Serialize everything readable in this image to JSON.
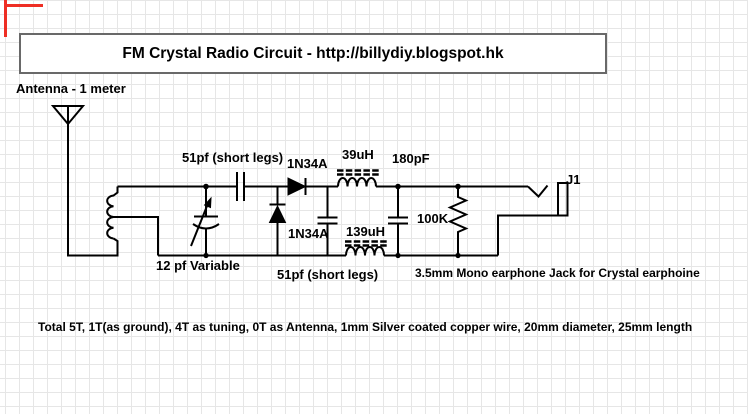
{
  "title": "FM Crystal Radio Circuit - http://billydiy.blogspot.hk",
  "antenna": {
    "label": "Antenna - 1 meter"
  },
  "components": {
    "series_cap_label": "51pf (short legs)",
    "series_diode_label": "1N34A",
    "top_inductor_label": "39uH",
    "output_cap_label": "180pF",
    "jack_ref": "J1",
    "shunt_diode_label": "1N34A",
    "bottom_inductor_label": "139uH",
    "resistor_label": "100K",
    "variable_cap_label": "12 pf Variable",
    "shunt_cap_label": "51pf (short legs)",
    "jack_note": "3.5mm Mono earphone Jack for Crystal earphoine"
  },
  "coil_note": "Total 5T, 1T(as ground), 4T as tuning, 0T as Antenna, 1mm Silver coated copper wire, 20mm diameter, 25mm length",
  "colors": {
    "wire": "#000000",
    "grid": "#e6e6e6",
    "box_border": "#696969",
    "corner_mark_red": "#ee2e24"
  }
}
